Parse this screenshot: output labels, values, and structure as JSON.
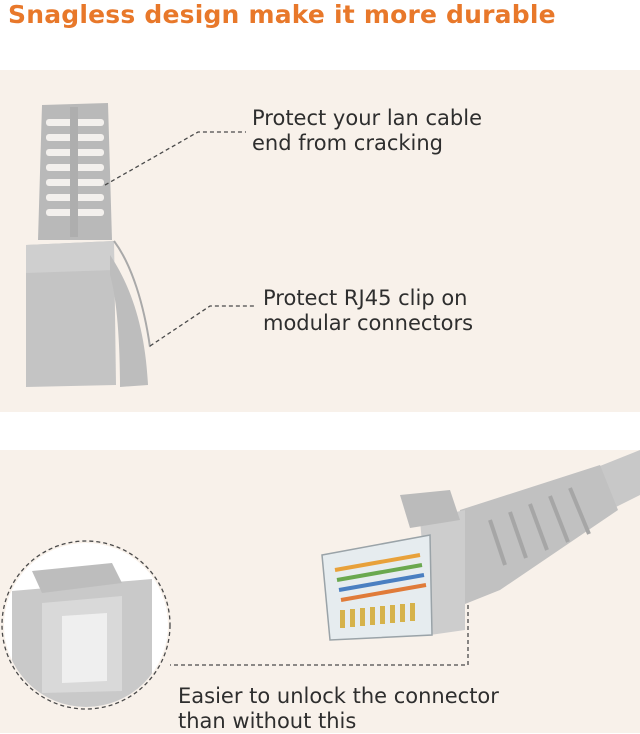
{
  "header": {
    "title": "Snagless design make it more durable",
    "accent_color": "#e8782a"
  },
  "callouts": {
    "crack_line1": "Protect your lan cable",
    "crack_line2": "end from cracking",
    "clip_line1": "Protect RJ45 clip on",
    "clip_line2": "modular connectors",
    "unlock_line1": "Easier to unlock the connector",
    "unlock_line2": "than without this"
  },
  "illustrations": {
    "boot": "snagless-boot-image",
    "connector": "rj45-connector-image",
    "closeup": "boot-closeup-image"
  }
}
